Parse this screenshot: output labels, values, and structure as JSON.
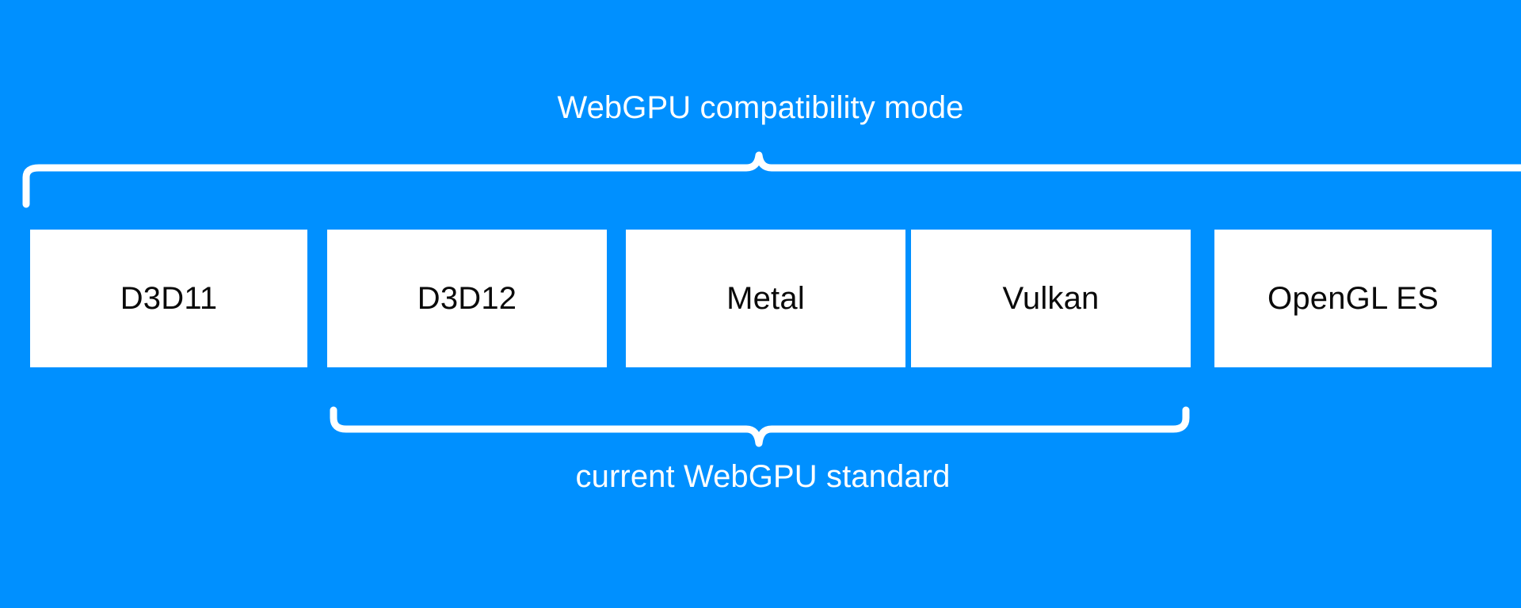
{
  "diagram": {
    "type": "bracket-grouping-diagram",
    "background_color": "#0090ff",
    "box_fill_color": "#ffffff",
    "box_text_color": "#0a0a0a",
    "label_text_color": "#ffffff",
    "top_group": {
      "label": "WebGPU compatibility mode",
      "covers": [
        "D3D11",
        "D3D12",
        "Metal",
        "Vulkan",
        "OpenGL ES"
      ],
      "brace_position": "above"
    },
    "bottom_group": {
      "label": "current WebGPU standard",
      "covers": [
        "D3D12",
        "Metal",
        "Vulkan"
      ],
      "brace_position": "below"
    },
    "apis": [
      {
        "name": "D3D11"
      },
      {
        "name": "D3D12"
      },
      {
        "name": "Metal"
      },
      {
        "name": "Vulkan"
      },
      {
        "name": "OpenGL ES"
      }
    ]
  }
}
